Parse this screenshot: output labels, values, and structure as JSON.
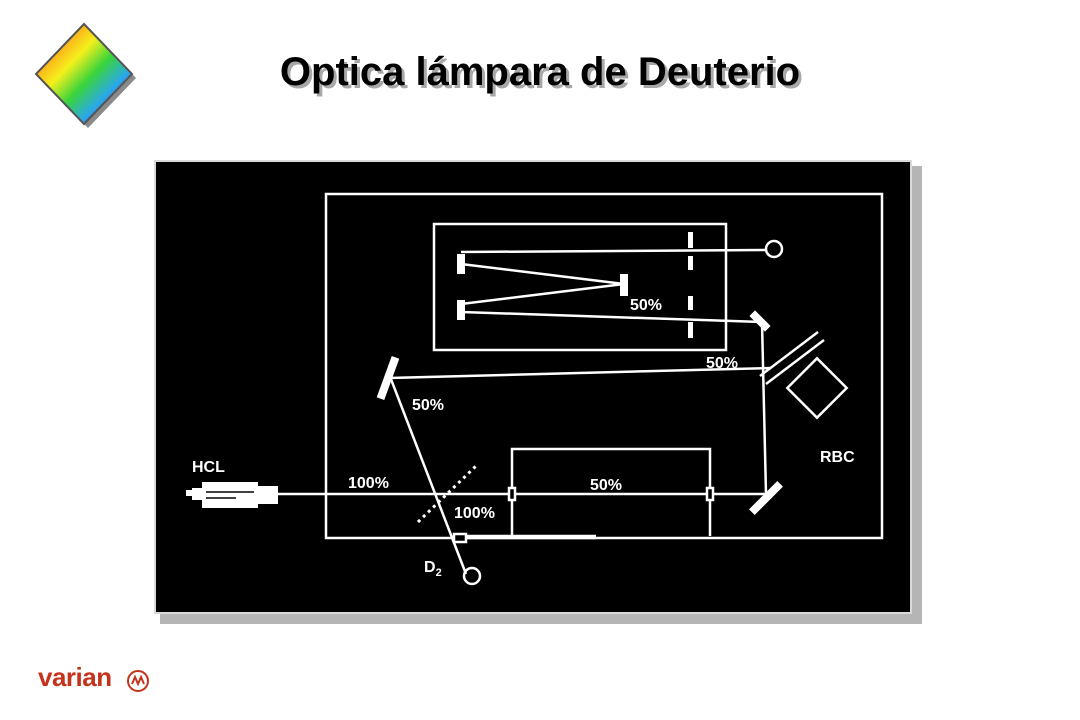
{
  "slide": {
    "title": "Optica lámpara de Deuterio"
  },
  "diagram": {
    "labels": {
      "hcl": "HCL",
      "rbc": "RBC",
      "d2_base": "D",
      "d2_sub": "2"
    },
    "percentages": {
      "upper_box": "50%",
      "right_beam": "50%",
      "left_mirror": "50%",
      "hcl_beam": "100%",
      "after_splitter": "100%",
      "sample_cell": "50%"
    }
  },
  "brand": {
    "name": "varian"
  },
  "colors": {
    "brand": "#c4331c",
    "background": "#000000",
    "lines": "#ffffff"
  }
}
